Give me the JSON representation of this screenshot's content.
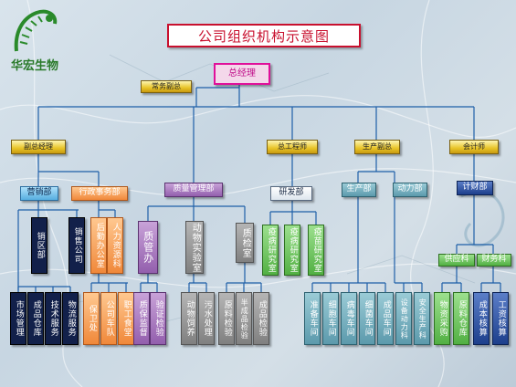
{
  "title": "公司组织机构示意图",
  "logo": {
    "text": "华宏生物"
  },
  "nodes": {
    "ceo": "总经理",
    "exec_office": "常务副总",
    "vp": "副总经理",
    "chief_engineer": "总工程师",
    "production_vp": "生产副总",
    "accountant": "会计师",
    "sales_dept": "营销部",
    "admin_dept": "行政事务部",
    "qm_dept": "质量管理部",
    "rd_dept": "研发部",
    "production_dept": "生产部",
    "power_dept": "动力部",
    "finance_dept": "计财部",
    "regional_dept": "销区部",
    "sales_company": "销售公司",
    "logistics": "后勤办公室",
    "hr_section": "人力资源科",
    "qa_office": "质管办",
    "animal_lab": "动物实验室",
    "qc_office": "质检室",
    "vaccine_lab_1": "疫病研究室",
    "vaccine_lab_2": "疫病研究室",
    "vaccine_lab_3": "疫苗研究室",
    "supply_section": "供应科",
    "finance_section": "财务科",
    "market_mgmt": "市场管理",
    "finished_storage": "成品仓库",
    "tech_service": "技术服务",
    "logistics_service": "物流服务",
    "security": "保卫处",
    "company_driver": "公司车队",
    "staff_canteen": "职工食堂",
    "qa_supervision": "质保监督",
    "verify_check": "验证检验",
    "animal_breeding": "动物饲养",
    "sewage_treatment": "污水处理",
    "raw_material_check": "原料检验",
    "semi_product_check": "半成品检验",
    "finished_check": "成品检验",
    "prep_workshop": "准备车间",
    "cell_workshop": "细胞车间",
    "virus_workshop": "病毒车间",
    "bacteria_workshop": "细菌车间",
    "finished_workshop": "成品车间",
    "equipment_section": "设备动力科",
    "safety_section": "安全生产科",
    "material_purchase": "物资采购",
    "raw_material_storage": "原料仓库",
    "cost_accounting": "成本核算",
    "salary_accounting": "工资核算"
  },
  "colors": {
    "title_red": "#c8102e",
    "ceo_magenta": "#e0109a",
    "gold": "#e8c428",
    "line_blue": "#1e5fa8"
  }
}
